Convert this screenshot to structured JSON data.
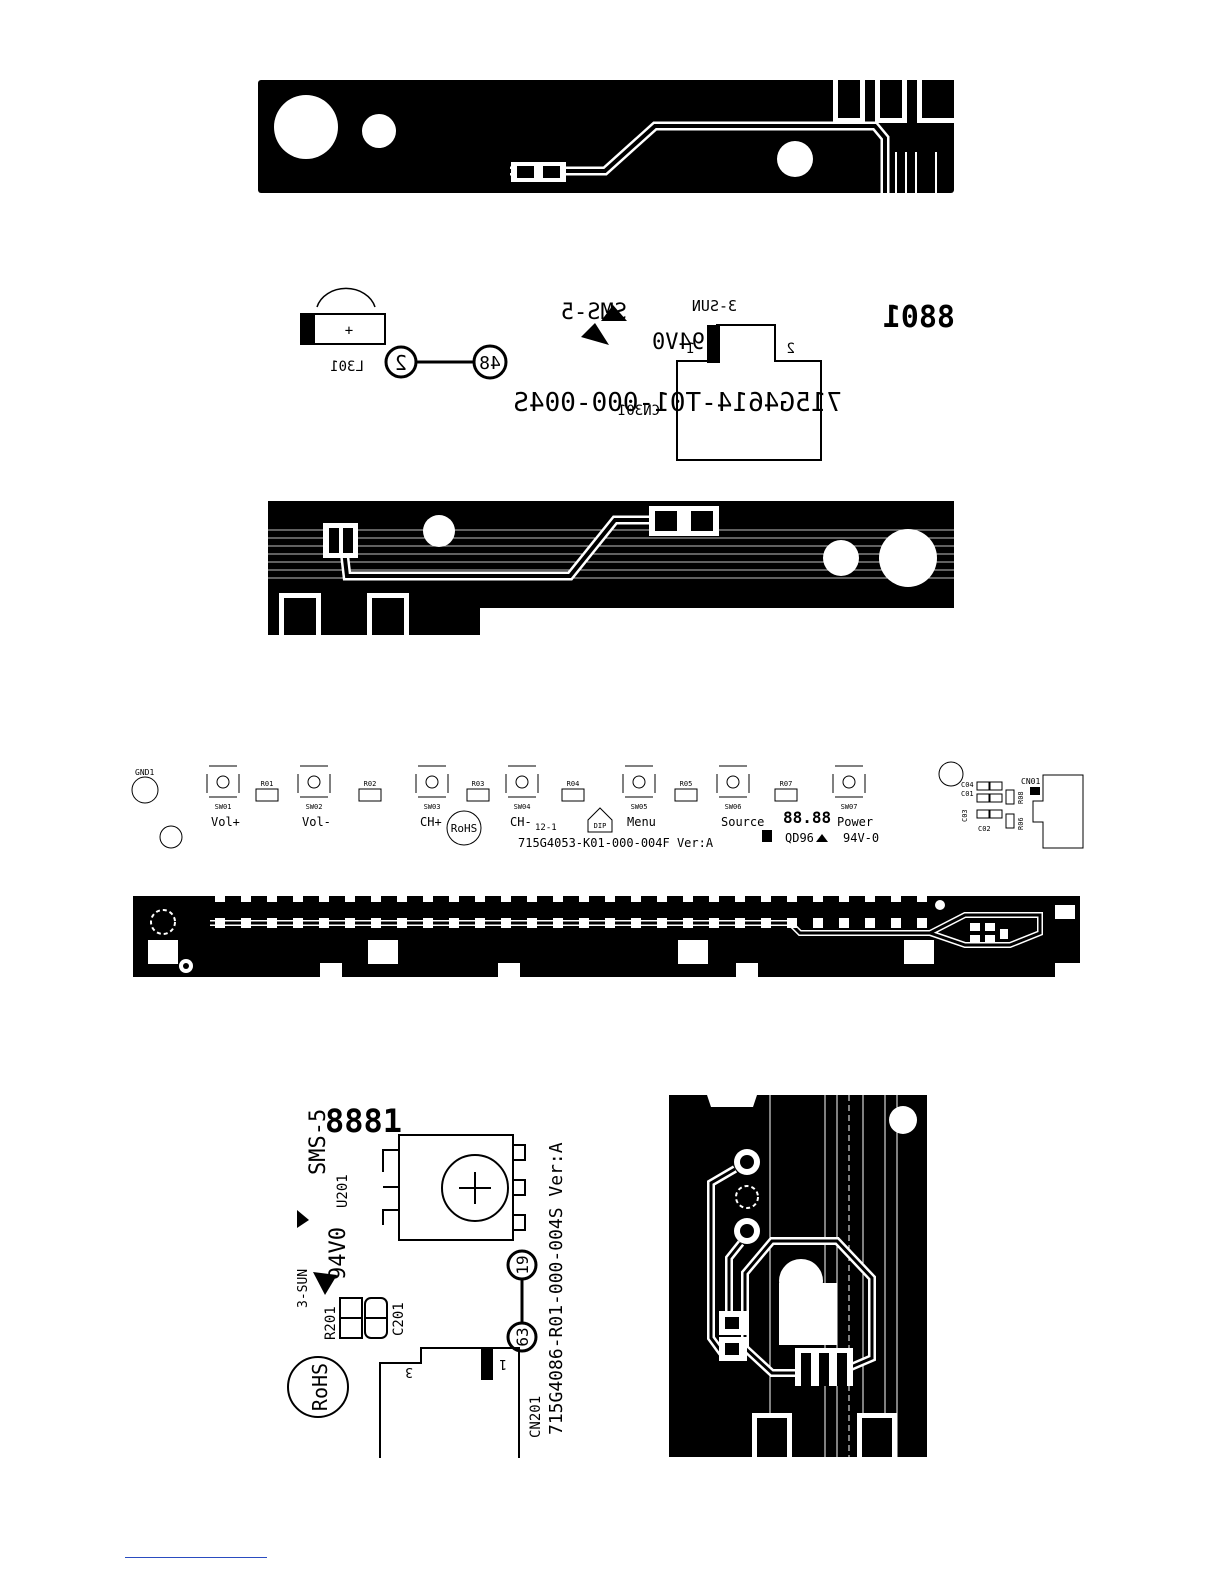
{
  "colors": {
    "ink": "#000000",
    "paper": "#ffffff",
    "footer_rule": "#2a4cc0"
  },
  "board_a_silk": {
    "rotation_note_none": "",
    "logo_text": "3-SUN",
    "rating": "94V0",
    "sms": "SMS-5",
    "led_ref": "L301",
    "connector_ref": "CN301",
    "date_2": "2",
    "date_48": "48",
    "part_number": "715G4614-T01-000-004S",
    "digits": "8801",
    "pin_1": "1",
    "pin_2": "2"
  },
  "board_b_silk": {
    "gnd": "GND1",
    "switches": [
      {
        "ref": "SW01",
        "label": "Vol+"
      },
      {
        "ref": "SW02",
        "label": "Vol-"
      },
      {
        "ref": "SW03",
        "label": "CH+"
      },
      {
        "ref": "SW04",
        "label": "CH-"
      },
      {
        "ref": "SW05",
        "label": "Menu"
      },
      {
        "ref": "SW06",
        "label": "Source"
      },
      {
        "ref": "SW07",
        "label": "Power"
      }
    ],
    "resistors": [
      "R01",
      "R02",
      "R03",
      "R04",
      "R05",
      "R07"
    ],
    "rohs": "RoHS",
    "date_codes": "12-1",
    "part_number": "715G4053-K01-000-004F  Ver:A",
    "digits": "88.88",
    "cert": "QD96",
    "rating": "94V-0",
    "cn": "CN01",
    "caps": [
      "C04",
      "C01",
      "C03",
      "C02"
    ],
    "rs": [
      "R08",
      "R06"
    ],
    "dip": "DIP"
  },
  "board_c_silk": {
    "digits": "8881",
    "sms": "SMS-5",
    "rating": "94V0",
    "logo_text": "3-SUN",
    "u_ref": "U201",
    "r_ref": "R201",
    "c_ref": "C201",
    "rohs": "RoHS",
    "date_19": "19",
    "date_63": "63",
    "part_number": "715G4086-R01-000-004S Ver:A",
    "cn_ref": "CN201",
    "pin_1": "1",
    "pin_3": "3"
  }
}
